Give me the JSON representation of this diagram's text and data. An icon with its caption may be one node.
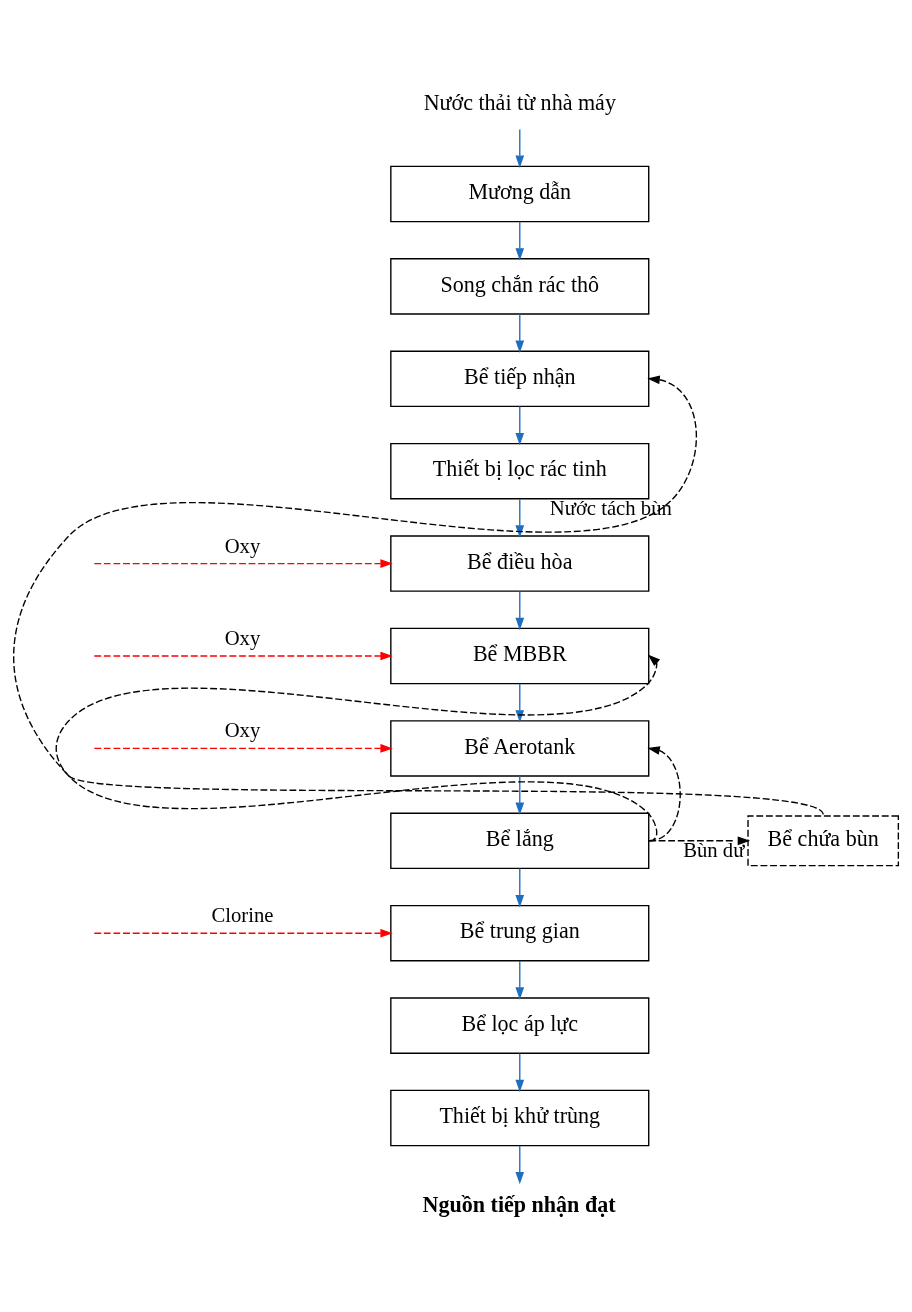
{
  "diagram": {
    "nodes": [
      {
        "text": [
          "Nước thải từ nhà máy"
        ]
      },
      {
        "text": [
          "Mương dẫn"
        ]
      },
      {
        "text": [
          "Song chắn rác thô"
        ]
      },
      {
        "text": [
          "Bể tiếp nhận"
        ]
      },
      {
        "text": [
          "Thiết bị lọc rác tinh"
        ]
      },
      {
        "text": [
          "Bể điều hòa"
        ]
      },
      {
        "text": [
          "Bể MBBR"
        ]
      },
      {
        "text": [
          "Bể Aerotank"
        ]
      },
      {
        "text": [
          "Bể lắng"
        ]
      },
      {
        "text": [
          "Bể trung gian"
        ]
      },
      {
        "text": [
          "Bể lọc áp lực"
        ]
      },
      {
        "text": [
          "Thiết bị khử trùng"
        ]
      },
      {
        "text": [
          "Nguồn tiếp nhận đạt"
        ]
      },
      {
        "text": [
          "Bể chứa bùn"
        ]
      }
    ],
    "edges": [
      {
        "from": 0,
        "to": 1,
        "arrow": "to"
      },
      {
        "from": 1,
        "to": 2,
        "arrow": "to"
      },
      {
        "from": 2,
        "to": 3,
        "arrow": "to"
      },
      {
        "from": 3,
        "to": 4,
        "arrow": "to"
      },
      {
        "from": 4,
        "to": 5,
        "arrow": "to"
      },
      {
        "from": 5,
        "to": 6,
        "arrow": "to"
      },
      {
        "from": 6,
        "to": 7,
        "arrow": "to"
      },
      {
        "from": 7,
        "to": 8,
        "arrow": "to"
      },
      {
        "from": 8,
        "to": 9,
        "arrow": "to"
      },
      {
        "from": 9,
        "to": 10,
        "arrow": "to"
      },
      {
        "from": 10,
        "to": 11,
        "arrow": "to"
      },
      {
        "from": 11,
        "to": 12,
        "arrow": "to"
      },
      {
        "from": null,
        "to": 5,
        "arrow": "to",
        "label": "Oxy",
        "style": "dashed",
        "color": "#ff0000"
      },
      {
        "from": null,
        "to": 6,
        "arrow": "to",
        "label": "Oxy",
        "style": "dashed",
        "color": "#ff0000"
      },
      {
        "from": null,
        "to": 7,
        "arrow": "to",
        "label": "Oxy",
        "style": "dashed",
        "color": "#ff0000"
      },
      {
        "from": null,
        "to": 9,
        "arrow": "to",
        "label": "Clorine",
        "style": "dashed",
        "color": "#ff0000"
      },
      {
        "from": 8,
        "to": 13,
        "arrow": "to",
        "label": "Bùn dư",
        "style": "dashed",
        "color": "#000000"
      },
      {
        "from": 8,
        "to": 6,
        "arrow": "to",
        "style": "dashed",
        "color": "#000000"
      },
      {
        "from": 8,
        "to": 7,
        "arrow": "to",
        "style": "dashed",
        "color": "#000000"
      },
      {
        "from": 13,
        "to": 3,
        "arrow": "to",
        "label": "Nước tách bùn",
        "style": "dashed",
        "color": "#000000"
      }
    ]
  }
}
